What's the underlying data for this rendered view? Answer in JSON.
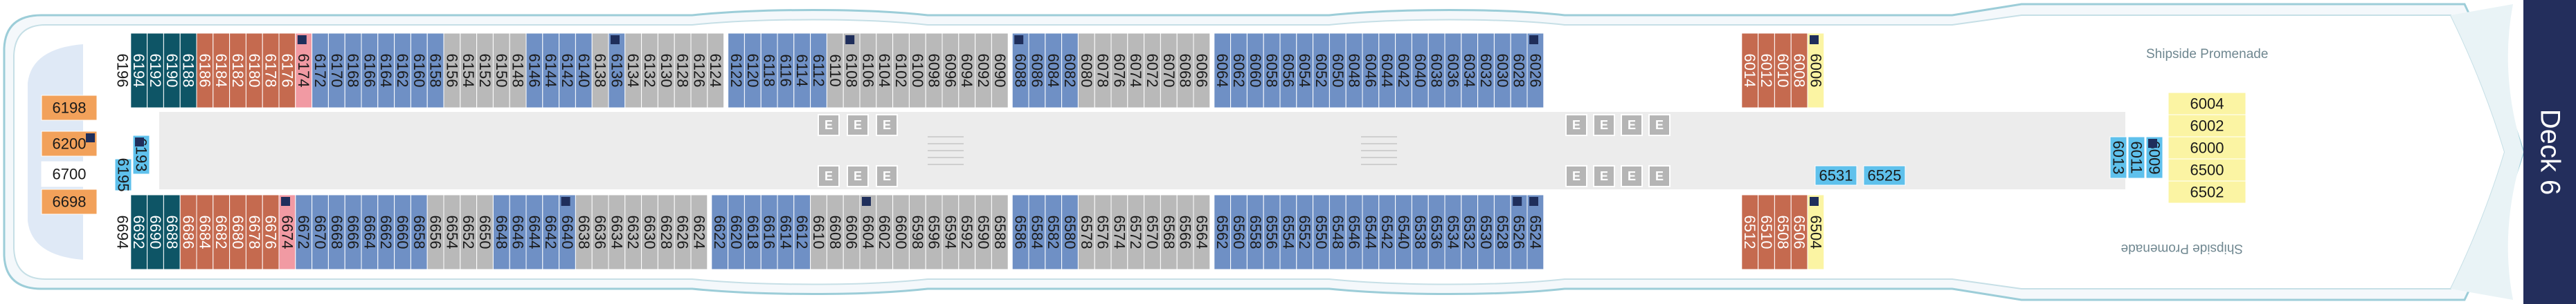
{
  "deck_title": "Deck 6",
  "promenade_top": "Shipside Promenade",
  "promenade_bottom": "Shipside Promenade",
  "colors": {
    "blue": "#6f90c5",
    "gray": "#b9b9b9",
    "teal": "#0e5566",
    "rust": "#c56a4f",
    "pink": "#f19aa3",
    "orange": "#f2a15a",
    "lightblue": "#5fc1ec",
    "yellow": "#fbf4a3",
    "elevator": "#b5b5b5"
  },
  "cabins_top": [
    {
      "n": "6196",
      "c": "white"
    },
    {
      "n": "6194",
      "c": "teal"
    },
    {
      "n": "6192",
      "c": "teal"
    },
    {
      "n": "6190",
      "c": "teal"
    },
    {
      "n": "6188",
      "c": "teal"
    },
    {
      "n": "6186",
      "c": "rust"
    },
    {
      "n": "6184",
      "c": "rust"
    },
    {
      "n": "6182",
      "c": "rust"
    },
    {
      "n": "6180",
      "c": "rust"
    },
    {
      "n": "6178",
      "c": "rust"
    },
    {
      "n": "6176",
      "c": "rust"
    },
    {
      "n": "6174",
      "c": "pink"
    },
    {
      "n": "6172",
      "c": "blue"
    },
    {
      "n": "6170",
      "c": "blue"
    },
    {
      "n": "6168",
      "c": "blue"
    },
    {
      "n": "6166",
      "c": "blue"
    },
    {
      "n": "6164",
      "c": "blue"
    },
    {
      "n": "6162",
      "c": "blue"
    },
    {
      "n": "6160",
      "c": "blue"
    },
    {
      "n": "6158",
      "c": "blue"
    },
    {
      "n": "6156",
      "c": "gray"
    },
    {
      "n": "6154",
      "c": "gray"
    },
    {
      "n": "6152",
      "c": "gray"
    },
    {
      "n": "6150",
      "c": "gray"
    },
    {
      "n": "6148",
      "c": "gray"
    },
    {
      "n": "6146",
      "c": "blue"
    },
    {
      "n": "6144",
      "c": "blue"
    },
    {
      "n": "6142",
      "c": "blue"
    },
    {
      "n": "6140",
      "c": "blue"
    },
    {
      "n": "6138",
      "c": "gray"
    },
    {
      "n": "6136",
      "c": "blue"
    },
    {
      "n": "6134",
      "c": "gray"
    },
    {
      "n": "6132",
      "c": "gray"
    },
    {
      "n": "6130",
      "c": "gray"
    },
    {
      "n": "6128",
      "c": "gray"
    },
    {
      "n": "6126",
      "c": "gray"
    },
    {
      "n": "6124",
      "c": "gray"
    },
    {
      "n": "6122",
      "c": "blue"
    },
    {
      "n": "6120",
      "c": "blue"
    },
    {
      "n": "6118",
      "c": "blue"
    },
    {
      "n": "6116",
      "c": "blue"
    },
    {
      "n": "6114",
      "c": "blue"
    },
    {
      "n": "6112",
      "c": "blue"
    },
    {
      "n": "6110",
      "c": "gray"
    },
    {
      "n": "6108",
      "c": "gray"
    },
    {
      "n": "6106",
      "c": "gray"
    },
    {
      "n": "6104",
      "c": "gray"
    },
    {
      "n": "6102",
      "c": "gray"
    },
    {
      "n": "6100",
      "c": "gray"
    },
    {
      "n": "6098",
      "c": "gray"
    },
    {
      "n": "6096",
      "c": "gray"
    },
    {
      "n": "6094",
      "c": "gray"
    },
    {
      "n": "6092",
      "c": "gray"
    },
    {
      "n": "6090",
      "c": "gray"
    },
    {
      "n": "6088",
      "c": "blue"
    },
    {
      "n": "6086",
      "c": "blue"
    },
    {
      "n": "6084",
      "c": "blue"
    },
    {
      "n": "6082",
      "c": "blue"
    },
    {
      "n": "6080",
      "c": "gray"
    },
    {
      "n": "6078",
      "c": "gray"
    },
    {
      "n": "6076",
      "c": "gray"
    },
    {
      "n": "6074",
      "c": "gray"
    },
    {
      "n": "6072",
      "c": "gray"
    },
    {
      "n": "6070",
      "c": "gray"
    },
    {
      "n": "6068",
      "c": "gray"
    },
    {
      "n": "6066",
      "c": "gray"
    },
    {
      "n": "6064",
      "c": "blue"
    },
    {
      "n": "6062",
      "c": "blue"
    },
    {
      "n": "6060",
      "c": "blue"
    },
    {
      "n": "6058",
      "c": "blue"
    },
    {
      "n": "6056",
      "c": "blue"
    },
    {
      "n": "6054",
      "c": "blue"
    },
    {
      "n": "6052",
      "c": "blue"
    },
    {
      "n": "6050",
      "c": "blue"
    },
    {
      "n": "6048",
      "c": "blue"
    },
    {
      "n": "6046",
      "c": "blue"
    },
    {
      "n": "6044",
      "c": "blue"
    },
    {
      "n": "6042",
      "c": "blue"
    },
    {
      "n": "6040",
      "c": "blue"
    },
    {
      "n": "6038",
      "c": "blue"
    },
    {
      "n": "6036",
      "c": "blue"
    },
    {
      "n": "6034",
      "c": "blue"
    },
    {
      "n": "6032",
      "c": "blue"
    },
    {
      "n": "6030",
      "c": "blue"
    },
    {
      "n": "6028",
      "c": "blue"
    },
    {
      "n": "6026",
      "c": "blue"
    },
    {
      "n": "6014",
      "c": "rust"
    },
    {
      "n": "6012",
      "c": "rust"
    },
    {
      "n": "6010",
      "c": "rust"
    },
    {
      "n": "6008",
      "c": "rust"
    },
    {
      "n": "6006",
      "c": "yellow"
    }
  ],
  "cabins_bottom": [
    {
      "n": "6694",
      "c": "white"
    },
    {
      "n": "6692",
      "c": "teal"
    },
    {
      "n": "6690",
      "c": "teal"
    },
    {
      "n": "6688",
      "c": "teal"
    },
    {
      "n": "6686",
      "c": "rust"
    },
    {
      "n": "6684",
      "c": "rust"
    },
    {
      "n": "6682",
      "c": "rust"
    },
    {
      "n": "6680",
      "c": "rust"
    },
    {
      "n": "6678",
      "c": "rust"
    },
    {
      "n": "6676",
      "c": "rust"
    },
    {
      "n": "6674",
      "c": "pink"
    },
    {
      "n": "6672",
      "c": "blue"
    },
    {
      "n": "6670",
      "c": "blue"
    },
    {
      "n": "6668",
      "c": "blue"
    },
    {
      "n": "6666",
      "c": "blue"
    },
    {
      "n": "6664",
      "c": "blue"
    },
    {
      "n": "6662",
      "c": "blue"
    },
    {
      "n": "6660",
      "c": "blue"
    },
    {
      "n": "6658",
      "c": "blue"
    },
    {
      "n": "6656",
      "c": "gray"
    },
    {
      "n": "6654",
      "c": "gray"
    },
    {
      "n": "6652",
      "c": "gray"
    },
    {
      "n": "6650",
      "c": "gray"
    },
    {
      "n": "6648",
      "c": "blue"
    },
    {
      "n": "6646",
      "c": "blue"
    },
    {
      "n": "6644",
      "c": "blue"
    },
    {
      "n": "6642",
      "c": "blue"
    },
    {
      "n": "6640",
      "c": "blue"
    },
    {
      "n": "6638",
      "c": "gray"
    },
    {
      "n": "6636",
      "c": "gray"
    },
    {
      "n": "6634",
      "c": "gray"
    },
    {
      "n": "6632",
      "c": "gray"
    },
    {
      "n": "6630",
      "c": "gray"
    },
    {
      "n": "6628",
      "c": "gray"
    },
    {
      "n": "6626",
      "c": "gray"
    },
    {
      "n": "6624",
      "c": "gray"
    },
    {
      "n": "6622",
      "c": "blue"
    },
    {
      "n": "6620",
      "c": "blue"
    },
    {
      "n": "6618",
      "c": "blue"
    },
    {
      "n": "6616",
      "c": "blue"
    },
    {
      "n": "6614",
      "c": "blue"
    },
    {
      "n": "6612",
      "c": "blue"
    },
    {
      "n": "6610",
      "c": "gray"
    },
    {
      "n": "6608",
      "c": "gray"
    },
    {
      "n": "6606",
      "c": "gray"
    },
    {
      "n": "6604",
      "c": "gray"
    },
    {
      "n": "6602",
      "c": "gray"
    },
    {
      "n": "6600",
      "c": "gray"
    },
    {
      "n": "6598",
      "c": "gray"
    },
    {
      "n": "6596",
      "c": "gray"
    },
    {
      "n": "6594",
      "c": "gray"
    },
    {
      "n": "6592",
      "c": "gray"
    },
    {
      "n": "6590",
      "c": "gray"
    },
    {
      "n": "6588",
      "c": "gray"
    },
    {
      "n": "6586",
      "c": "blue"
    },
    {
      "n": "6584",
      "c": "blue"
    },
    {
      "n": "6582",
      "c": "blue"
    },
    {
      "n": "6580",
      "c": "blue"
    },
    {
      "n": "6578",
      "c": "gray"
    },
    {
      "n": "6576",
      "c": "gray"
    },
    {
      "n": "6574",
      "c": "gray"
    },
    {
      "n": "6572",
      "c": "gray"
    },
    {
      "n": "6570",
      "c": "gray"
    },
    {
      "n": "6568",
      "c": "gray"
    },
    {
      "n": "6566",
      "c": "gray"
    },
    {
      "n": "6564",
      "c": "gray"
    },
    {
      "n": "6562",
      "c": "blue"
    },
    {
      "n": "6560",
      "c": "blue"
    },
    {
      "n": "6558",
      "c": "blue"
    },
    {
      "n": "6556",
      "c": "blue"
    },
    {
      "n": "6554",
      "c": "blue"
    },
    {
      "n": "6552",
      "c": "blue"
    },
    {
      "n": "6550",
      "c": "blue"
    },
    {
      "n": "6548",
      "c": "blue"
    },
    {
      "n": "6546",
      "c": "blue"
    },
    {
      "n": "6544",
      "c": "blue"
    },
    {
      "n": "6542",
      "c": "blue"
    },
    {
      "n": "6540",
      "c": "blue"
    },
    {
      "n": "6538",
      "c": "blue"
    },
    {
      "n": "6536",
      "c": "blue"
    },
    {
      "n": "6534",
      "c": "blue"
    },
    {
      "n": "6532",
      "c": "blue"
    },
    {
      "n": "6530",
      "c": "blue"
    },
    {
      "n": "6528",
      "c": "blue"
    },
    {
      "n": "6526",
      "c": "blue"
    },
    {
      "n": "6524",
      "c": "blue"
    },
    {
      "n": "6512",
      "c": "rust"
    },
    {
      "n": "6510",
      "c": "rust"
    },
    {
      "n": "6508",
      "c": "rust"
    },
    {
      "n": "6506",
      "c": "rust"
    },
    {
      "n": "6504",
      "c": "yellow"
    }
  ],
  "aft_cabins": [
    {
      "n": "6198",
      "c": "orange"
    },
    {
      "n": "6200",
      "c": "orange"
    },
    {
      "n": "6700",
      "c": "white"
    },
    {
      "n": "6698",
      "c": "orange"
    }
  ],
  "aft_vertical_cabins": [
    {
      "n": "6195",
      "c": "lightblue"
    },
    {
      "n": "6193",
      "c": "lightblue"
    }
  ],
  "mid_cabins": [
    {
      "n": "6531",
      "c": "lightblue"
    },
    {
      "n": "6525",
      "c": "lightblue"
    }
  ],
  "fwd_vertical_cabins": [
    {
      "n": "6013",
      "c": "lightblue"
    },
    {
      "n": "6011",
      "c": "lightblue"
    },
    {
      "n": "6009",
      "c": "lightblue"
    }
  ],
  "fwd_suites": [
    {
      "n": "6004",
      "c": "yellow"
    },
    {
      "n": "6002",
      "c": "yellow"
    },
    {
      "n": "6000",
      "c": "yellow"
    },
    {
      "n": "6500",
      "c": "yellow"
    },
    {
      "n": "6502",
      "c": "yellow"
    }
  ],
  "elevator_label": "E",
  "accessible_cabins": [
    "6174",
    "6136",
    "6108",
    "6088",
    "6026",
    "6193",
    "6200",
    "6009",
    "6006",
    "6674",
    "6640",
    "6604",
    "6524",
    "6526",
    "6504"
  ]
}
